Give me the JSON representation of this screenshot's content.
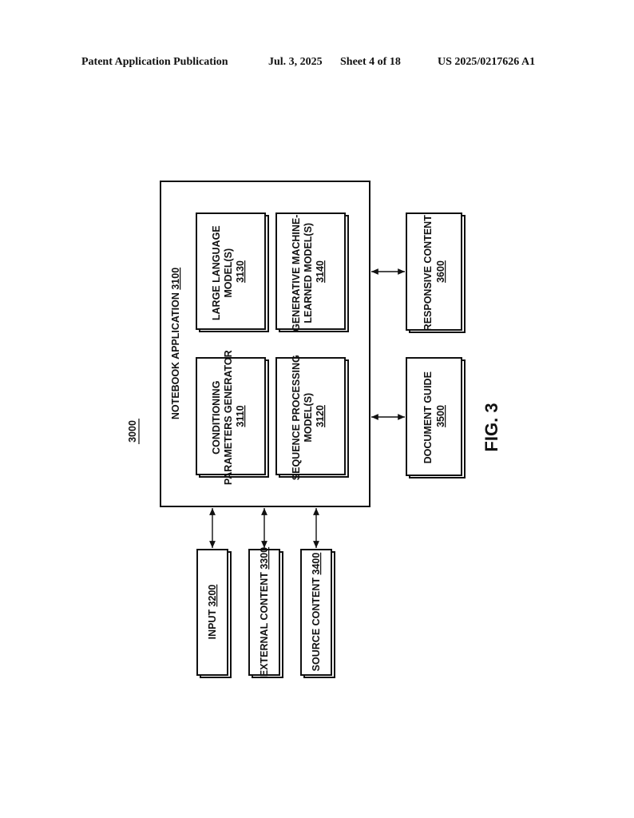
{
  "header": {
    "publication": "Patent Application Publication",
    "date": "Jul. 3, 2025",
    "sheet": "Sheet 4 of 18",
    "number": "US 2025/0217626 A1"
  },
  "diagram": {
    "ref": "3000",
    "figure": "FIG. 3",
    "notebook": {
      "label": "NOTEBOOK APPLICATION",
      "ref": "3100"
    },
    "components": [
      {
        "lines": [
          "CONDITIONING",
          "PARAMETERS GENERATOR"
        ],
        "ref": "3110"
      },
      {
        "lines": [
          "SEQUENCE PROCESSING",
          "MODEL(S)"
        ],
        "ref": "3120"
      },
      {
        "lines": [
          "LARGE LANGUAGE",
          "MODEL(S)"
        ],
        "ref": "3130"
      },
      {
        "lines": [
          "GENERATIVE MACHINE-",
          "LEARNED MODEL(S)"
        ],
        "ref": "3140"
      }
    ],
    "inputs": [
      {
        "label": "INPUT",
        "ref": "3200"
      },
      {
        "label": "EXTERNAL CONTENT",
        "ref": "3300"
      },
      {
        "label": "SOURCE CONTENT",
        "ref": "3400"
      }
    ],
    "outputs": [
      {
        "lines": [
          "DOCUMENT GUIDE"
        ],
        "ref": "3500"
      },
      {
        "lines": [
          "RESPONSIVE CONTENT"
        ],
        "ref": "3600"
      }
    ]
  }
}
